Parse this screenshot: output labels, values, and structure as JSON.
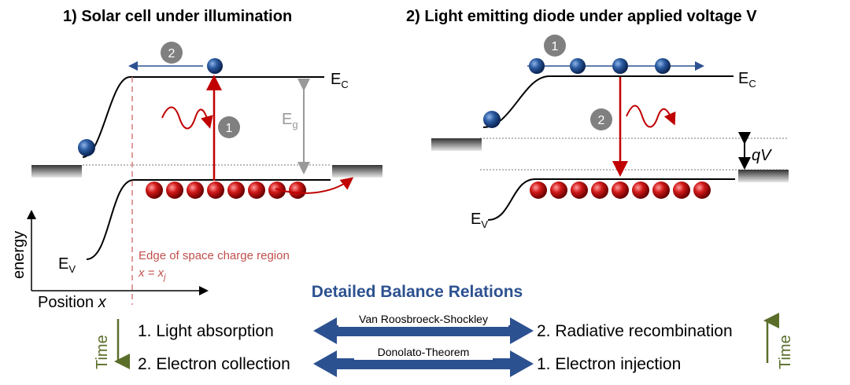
{
  "left_panel": {
    "title": "1) Solar cell under illumination",
    "ec": {
      "main": "E",
      "sub": "C"
    },
    "ev": {
      "main": "E",
      "sub": "V"
    },
    "eg": {
      "main": "E",
      "sub": "g"
    },
    "step1": "1",
    "step2": "2",
    "edge_label": "Edge of space charge region",
    "xj": {
      "prefix": "x = x",
      "sub": "j"
    },
    "axis_y": "energy",
    "axis_x": {
      "text": "Position ",
      "var": "x"
    }
  },
  "right_panel": {
    "title": "2) Light emitting diode under applied voltage V",
    "ec": {
      "main": "E",
      "sub": "C"
    },
    "ev": {
      "main": "E",
      "sub": "V"
    },
    "qv": "qV",
    "step1": "1",
    "step2": "2"
  },
  "balance": {
    "heading": "Detailed Balance Relations",
    "left_items": [
      "1. Light absorption",
      "2. Electron collection"
    ],
    "right_items": [
      "2. Radiative recombination",
      "1. Electron injection"
    ],
    "arrows": [
      "Van Roosbroeck-Shockley",
      "Donolato-Theorem"
    ],
    "time_label": "Time"
  },
  "colors": {
    "electron": "#1f4e8c",
    "hole": "#c00000",
    "arrow_blue": "#2c5190",
    "photon": "#c00000",
    "time": "#5a6e2a",
    "step_circle": "#808080"
  }
}
